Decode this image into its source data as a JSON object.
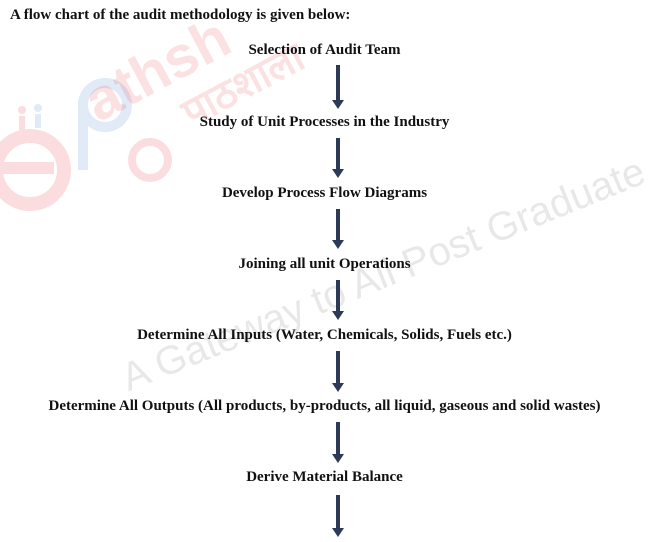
{
  "intro": "A flow chart of the audit methodology is given below:",
  "steps": [
    "Selection of Audit Team",
    "Study of Unit Processes in the Industry",
    "Develop Process Flow Diagrams",
    "Joining all unit Operations",
    "Determine All Inputs (Water, Chemicals, Solids, Fuels etc.)",
    "Determine All Outputs (All products, by-products, all liquid, gaseous and solid wastes)",
    "Derive Material Balance"
  ],
  "watermark": {
    "logo_text": "epathshala",
    "hindi_text": "पाठशाला",
    "tagline": "A Gateway to All Post Graduate Courses",
    "color_red": "#e8323c",
    "color_blue": "#4a7fd0",
    "color_gray": "#9a9a9a"
  },
  "arrow_color": "#2b3a57"
}
